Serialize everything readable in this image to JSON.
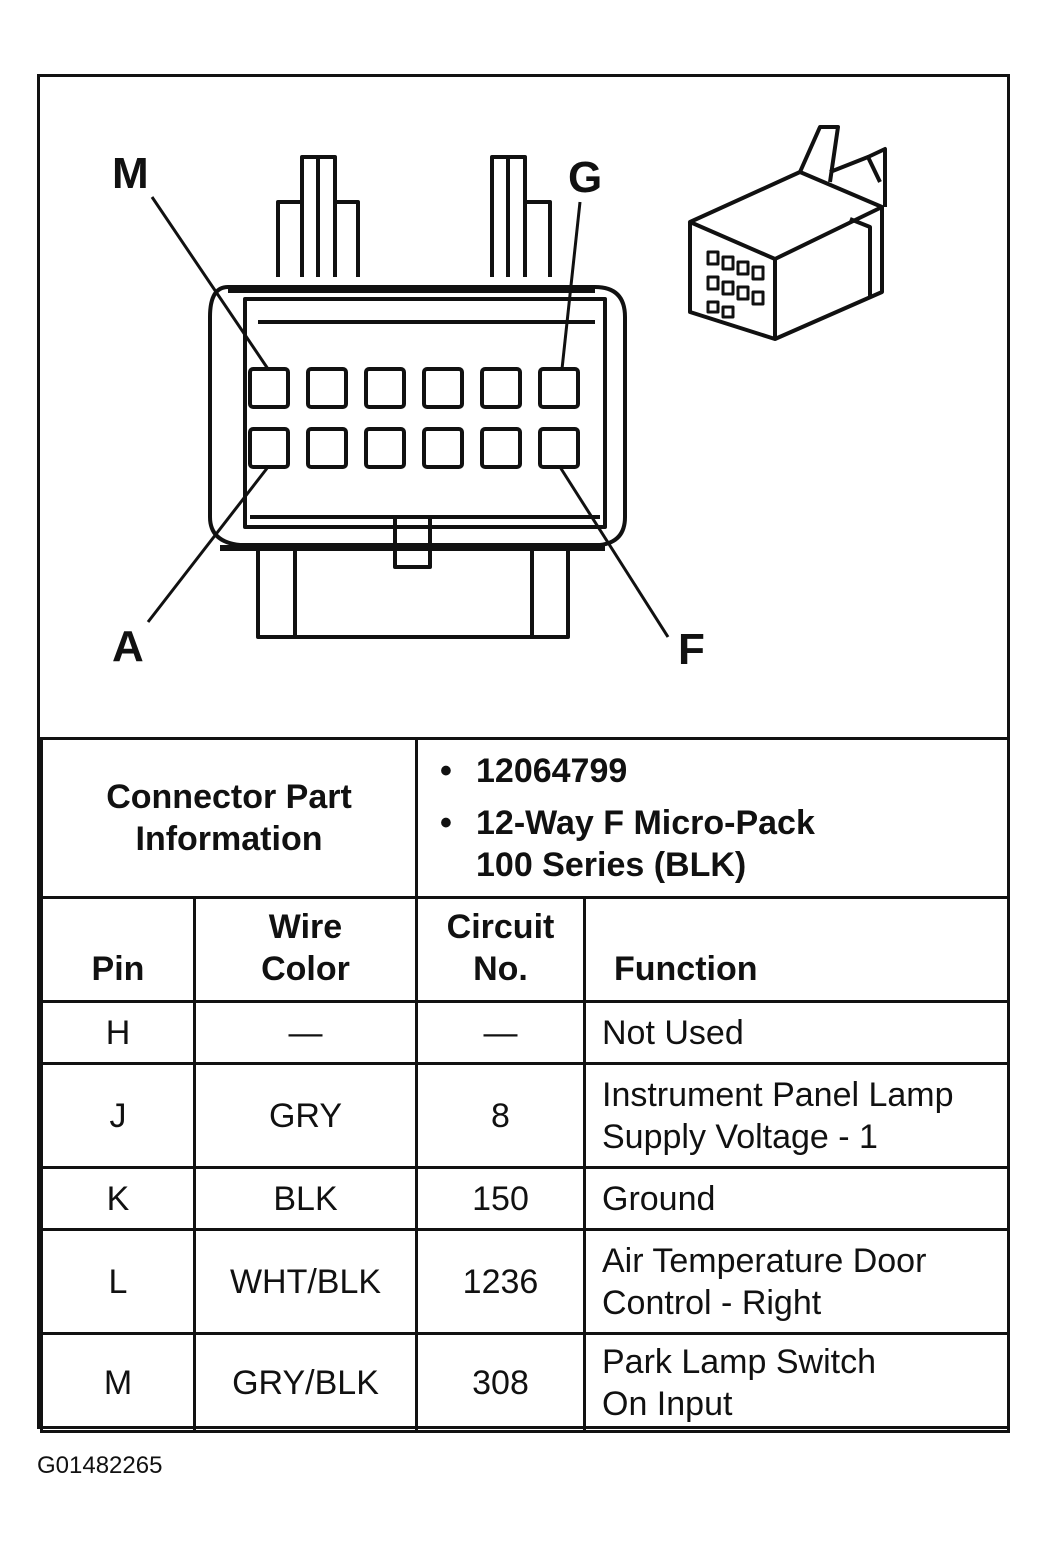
{
  "diagram": {
    "pin_labels": {
      "top_left": "M",
      "top_right": "G",
      "bottom_left": "A",
      "bottom_right": "F"
    }
  },
  "connector_info": {
    "label": "Connector Part Information",
    "items": [
      "12064799",
      "12-Way F Micro-Pack 100 Series (BLK)"
    ]
  },
  "table": {
    "headers": {
      "pin": "Pin",
      "wire_color": "Wire Color",
      "circuit": "Circuit No.",
      "function": "Function"
    },
    "rows": [
      {
        "pin": "H",
        "wire_color": "—",
        "circuit": "—",
        "function": "Not Used"
      },
      {
        "pin": "J",
        "wire_color": "GRY",
        "circuit": "8",
        "function": "Instrument Panel Lamp Supply Voltage - 1"
      },
      {
        "pin": "K",
        "wire_color": "BLK",
        "circuit": "150",
        "function": "Ground"
      },
      {
        "pin": "L",
        "wire_color": "WHT/BLK",
        "circuit": "1236",
        "function": "Air Temperature Door Control - Right"
      },
      {
        "pin": "M",
        "wire_color": "GRY/BLK",
        "circuit": "308",
        "function": "Park Lamp Switch On Input"
      }
    ]
  },
  "figure_code": "G01482265"
}
